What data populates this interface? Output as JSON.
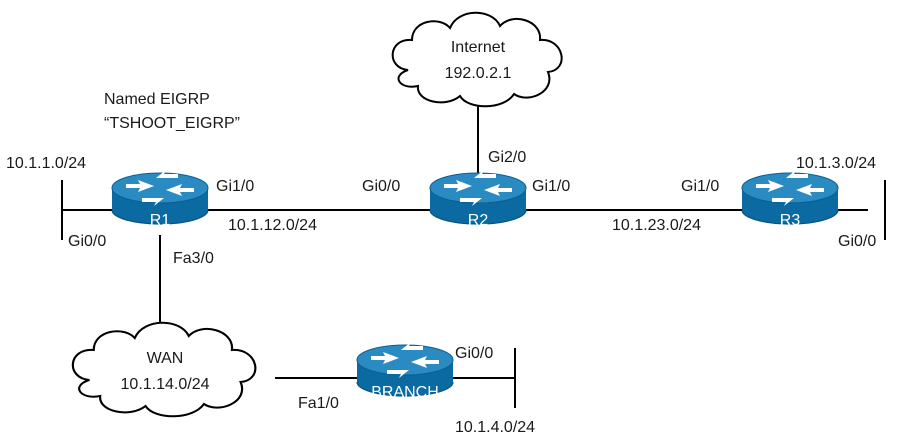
{
  "protocol_note": {
    "line1": "Named EIGRP",
    "line2": "“TSHOOT_EIGRP”"
  },
  "colors": {
    "router_top": "#1f7fb4",
    "router_body": "#0b6aa2",
    "router_dark": "#075482",
    "line": "#000000"
  },
  "icons": {
    "router": "router-icon",
    "cloud": "cloud-icon"
  },
  "routers": {
    "r1": {
      "name": "R1"
    },
    "r2": {
      "name": "R2"
    },
    "r3": {
      "name": "R3"
    },
    "branch": {
      "name": "BRANCH"
    }
  },
  "clouds": {
    "internet": {
      "line1": "Internet",
      "line2": "192.0.2.1"
    },
    "wan": {
      "line1": "WAN",
      "line2": "10.1.14.0/24"
    }
  },
  "networks": {
    "r1_lan": "10.1.1.0/24",
    "r1_r2": "10.1.12.0/24",
    "r2_r3": "10.1.23.0/24",
    "r3_lan": "10.1.3.0/24",
    "branch_lan": "10.1.4.0/24"
  },
  "interfaces": {
    "r1_gi1_0": "Gi1/0",
    "r1_gi0_0": "Gi0/0",
    "r1_fa3_0": "Fa3/0",
    "r2_gi0_0": "Gi0/0",
    "r2_gi1_0": "Gi1/0",
    "r2_gi2_0": "Gi2/0",
    "r3_gi1_0": "Gi1/0",
    "r3_gi0_0": "Gi0/0",
    "branch_fa1_0": "Fa1/0",
    "branch_gi0_0": "Gi0/0"
  }
}
